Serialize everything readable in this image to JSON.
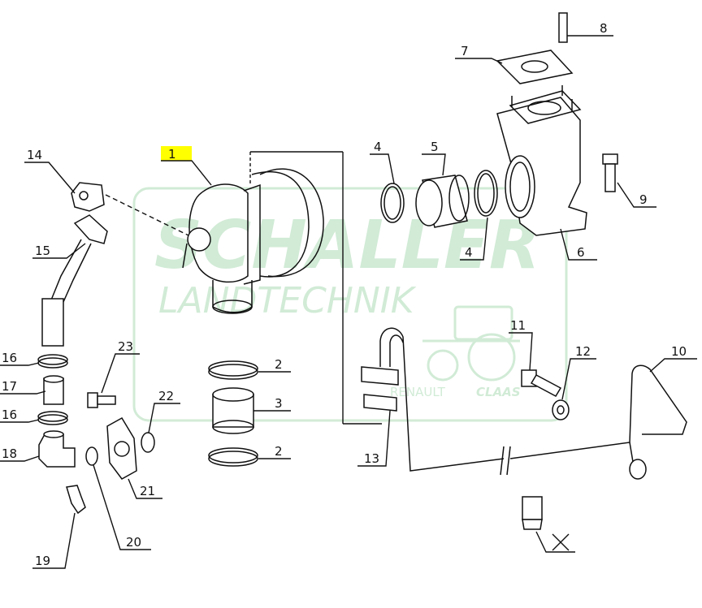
{
  "watermark": {
    "brand": "SCHALLER",
    "subtitle": "LANDTECHNIK",
    "logos": [
      "RENAULT",
      "CLAAS"
    ],
    "color": "#cde9d2"
  },
  "highlight_color": "#ffff00",
  "callouts": [
    {
      "id": "c1",
      "label": "1"
    },
    {
      "id": "c2a",
      "label": "2"
    },
    {
      "id": "c2b",
      "label": "2"
    },
    {
      "id": "c3",
      "label": "3"
    },
    {
      "id": "c4a",
      "label": "4"
    },
    {
      "id": "c4b",
      "label": "4"
    },
    {
      "id": "c5",
      "label": "5"
    },
    {
      "id": "c6",
      "label": "6"
    },
    {
      "id": "c7",
      "label": "7"
    },
    {
      "id": "c8",
      "label": "8"
    },
    {
      "id": "c9",
      "label": "9"
    },
    {
      "id": "c10",
      "label": "10"
    },
    {
      "id": "c11",
      "label": "11"
    },
    {
      "id": "c12",
      "label": "12"
    },
    {
      "id": "c13",
      "label": "13"
    },
    {
      "id": "c14",
      "label": "14"
    },
    {
      "id": "c15",
      "label": "15"
    },
    {
      "id": "c16a",
      "label": "16"
    },
    {
      "id": "c16b",
      "label": "16"
    },
    {
      "id": "c17",
      "label": "17"
    },
    {
      "id": "c18",
      "label": "18"
    },
    {
      "id": "c19",
      "label": "19"
    },
    {
      "id": "c20",
      "label": "20"
    },
    {
      "id": "c21",
      "label": "21"
    },
    {
      "id": "c22",
      "label": "22"
    },
    {
      "id": "c23",
      "label": "23"
    }
  ]
}
